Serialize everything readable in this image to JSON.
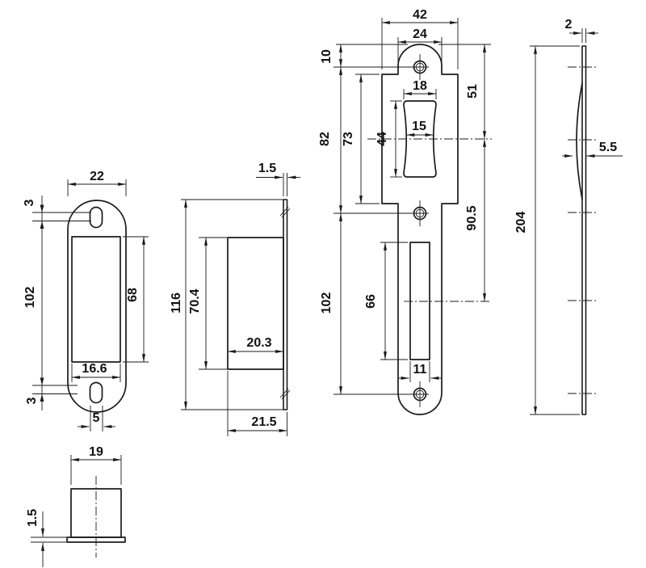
{
  "drawing": {
    "type": "technical-dimension-drawing",
    "line_color": "#1b1b1b",
    "background": "#ffffff"
  },
  "views": {
    "magnet_plate_front": {
      "title": "oval-plate-front-view",
      "dims": {
        "width": "22",
        "hole_offset_top": "3",
        "height": "102",
        "window_height": "68",
        "window_width": "16.6",
        "hole_offset_bottom": "3",
        "hole_slot_width": "5"
      }
    },
    "magnet_plate_side": {
      "title": "oval-plate-side-view",
      "dims": {
        "faceplate_thickness": "1.5",
        "height": "116",
        "pocket_height": "70.4",
        "pocket_depth_inner": "20.3",
        "total_depth": "21.5"
      }
    },
    "magnet_plate_top": {
      "title": "oval-plate-top-view",
      "dims": {
        "width": "19",
        "flange_thickness": "1.5"
      }
    },
    "strike_plate_front": {
      "title": "strike-plate-front-view",
      "dims": {
        "width": "42",
        "tab_width": "24",
        "hole_to_top": "10",
        "cutout_width": "18",
        "cutout_waist": "15",
        "top_to_latch_axis": "51",
        "hole_pitch_upper": "82",
        "body_height": "73",
        "cutout_height": "44",
        "latch_axis_to_slot_axis": "90.5",
        "hole_pitch_lower": "102",
        "slot_height": "66",
        "slot_width": "11"
      }
    },
    "strike_plate_side": {
      "title": "strike-plate-side-view",
      "dims": {
        "thickness": "2",
        "lip_depth": "5.5",
        "height": "204"
      }
    }
  }
}
